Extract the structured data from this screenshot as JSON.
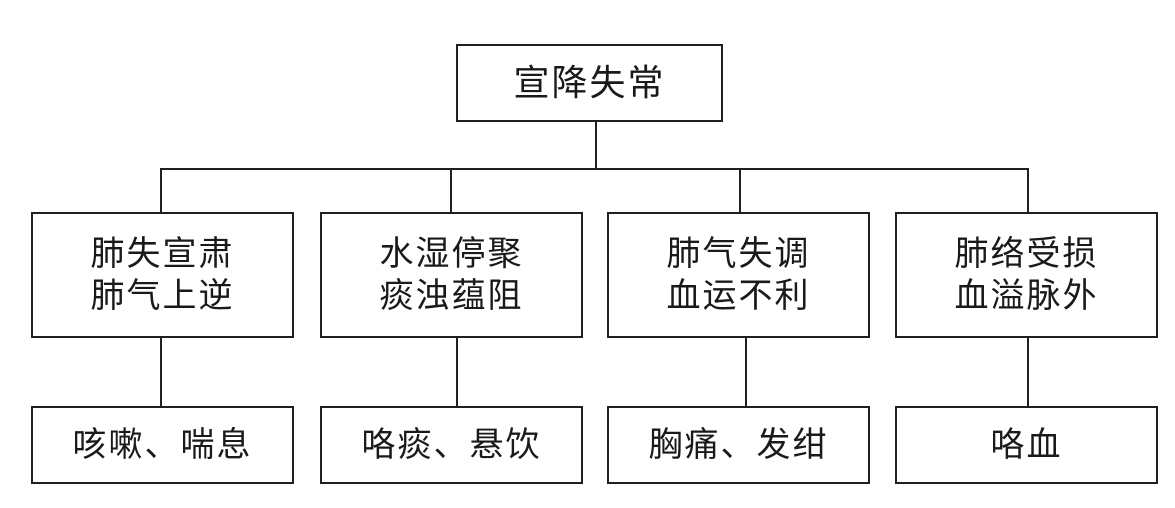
{
  "root": {
    "label": "宣降失常"
  },
  "branches": [
    {
      "lines": [
        "肺失宣肃",
        "肺气上逆"
      ],
      "symptom": "咳嗽、喘息"
    },
    {
      "lines": [
        "水湿停聚",
        "痰浊蕴阻"
      ],
      "symptom": "咯痰、悬饮"
    },
    {
      "lines": [
        "肺气失调",
        "血运不利"
      ],
      "symptom": "胸痛、发绀"
    },
    {
      "lines": [
        "肺络受损",
        "血溢脉外"
      ],
      "symptom": "咯血"
    }
  ]
}
